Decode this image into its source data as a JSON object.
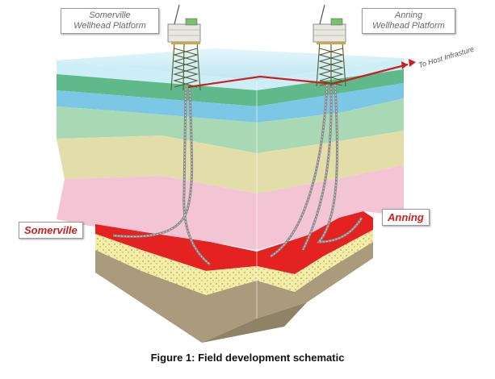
{
  "platforms": {
    "somerville": {
      "line1": "Somerville",
      "line2": "Wellhead Platform"
    },
    "anning": {
      "line1": "Anning",
      "line2": "Wellhead Platform"
    }
  },
  "arrow_label": "To Host Infrasture",
  "fields": {
    "left": "Somerville",
    "right": "Anning"
  },
  "caption": "Figure 1: Field development schematic",
  "colors": {
    "sea": "#cdeef7",
    "green": "#5fb98a",
    "blue": "#7cc6e6",
    "lightgreen": "#a8d9b4",
    "yellow": "#e3ddaa",
    "pink": "#f3c4d4",
    "red": "#e52222",
    "sand": "#f4eda6",
    "base": "#a99b7c",
    "pipeline": "#cc1f1f"
  }
}
